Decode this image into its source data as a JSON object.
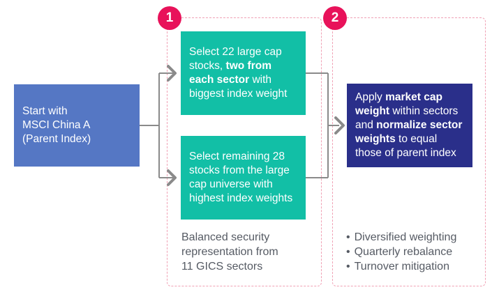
{
  "steps": {
    "one": "1",
    "two": "2"
  },
  "parent_box": {
    "line1": "Start with",
    "line2": "MSCI China A",
    "line3": "(Parent Index)"
  },
  "step1": {
    "box_top": {
      "pre": "Select 22 large cap stocks, ",
      "bold": "two from each sector",
      "post": " with biggest index weight"
    },
    "box_bottom": {
      "text": "Select remaining 28 stocks from the large cap universe with highest index weights"
    },
    "caption": {
      "line1": "Balanced security",
      "line2": "representation from",
      "line3": "11 GICS sectors"
    }
  },
  "step2": {
    "box": {
      "t1": "Apply ",
      "b1": "market cap weight",
      "t2": " within sectors and ",
      "b2": "normalize sector weights",
      "t3": " to equal those of parent index"
    },
    "bullets": [
      "Diversified weighting",
      "Quarterly rebalance",
      "Turnover mitigation"
    ]
  },
  "colors": {
    "accent": "#e8125a",
    "parent_box": "#5577c4",
    "teal_box": "#12bfa6",
    "navy_box": "#2a2f8a",
    "connector": "#8a8a8a"
  }
}
